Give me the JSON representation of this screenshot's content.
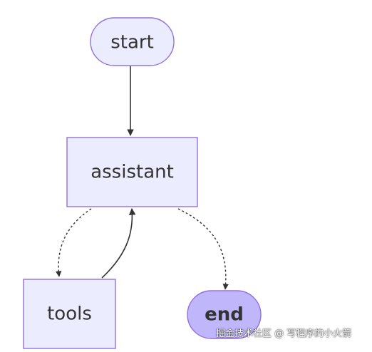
{
  "nodes": {
    "start": "start",
    "assistant": "assistant",
    "tools": "tools",
    "end": "end"
  },
  "watermark": "掘金技术社区 @ 写程序的小火箭",
  "colors": {
    "node_fill": "#ECECFF",
    "node_stroke": "#9370DB",
    "end_fill": "#BFB6FC",
    "edge": "#333333",
    "text": "#333333"
  }
}
